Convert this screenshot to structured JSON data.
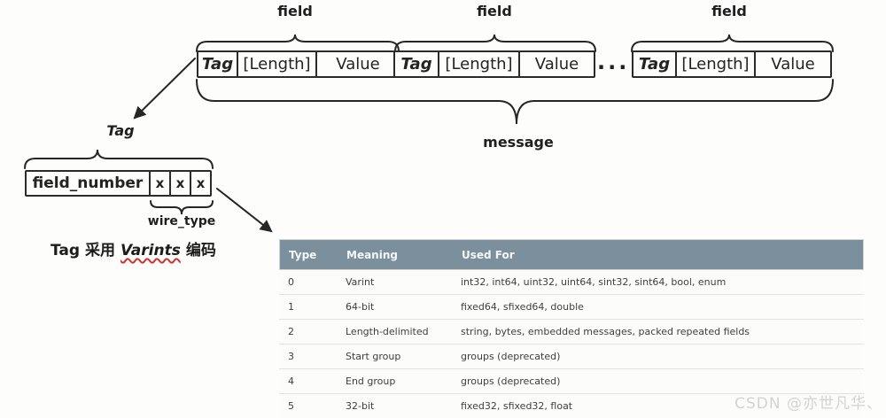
{
  "diagram": {
    "field_label": "field",
    "ellipsis": "...",
    "message_label": "message",
    "tag_label": "Tag",
    "wire_type_label": "wire_type",
    "groups": [
      {
        "tag": "Tag",
        "length": "[Length]",
        "value": "Value"
      },
      {
        "tag": "Tag",
        "length": "[Length]",
        "value": "Value"
      },
      {
        "tag": "Tag",
        "length": "[Length]",
        "value": "Value"
      }
    ],
    "tag_breakdown": {
      "field_number": "field_number",
      "wire_type_bits": [
        "x",
        "x",
        "x"
      ]
    },
    "note": {
      "prefix": "Tag 采用",
      "highlight": "Varints",
      "suffix": "编码"
    }
  },
  "table": {
    "header_bg": "#7b909c",
    "headers": [
      "Type",
      "Meaning",
      "Used For"
    ],
    "rows": [
      [
        "0",
        "Varint",
        "int32, int64, uint32, uint64, sint32, sint64, bool, enum"
      ],
      [
        "1",
        "64-bit",
        "fixed64, sfixed64, double"
      ],
      [
        "2",
        "Length-delimited",
        "string, bytes, embedded messages, packed repeated fields"
      ],
      [
        "3",
        "Start group",
        "groups (deprecated)"
      ],
      [
        "4",
        "End group",
        "groups (deprecated)"
      ],
      [
        "5",
        "32-bit",
        "fixed32, sfixed32, float"
      ]
    ]
  },
  "watermark": "CSDN @亦世凡华、"
}
